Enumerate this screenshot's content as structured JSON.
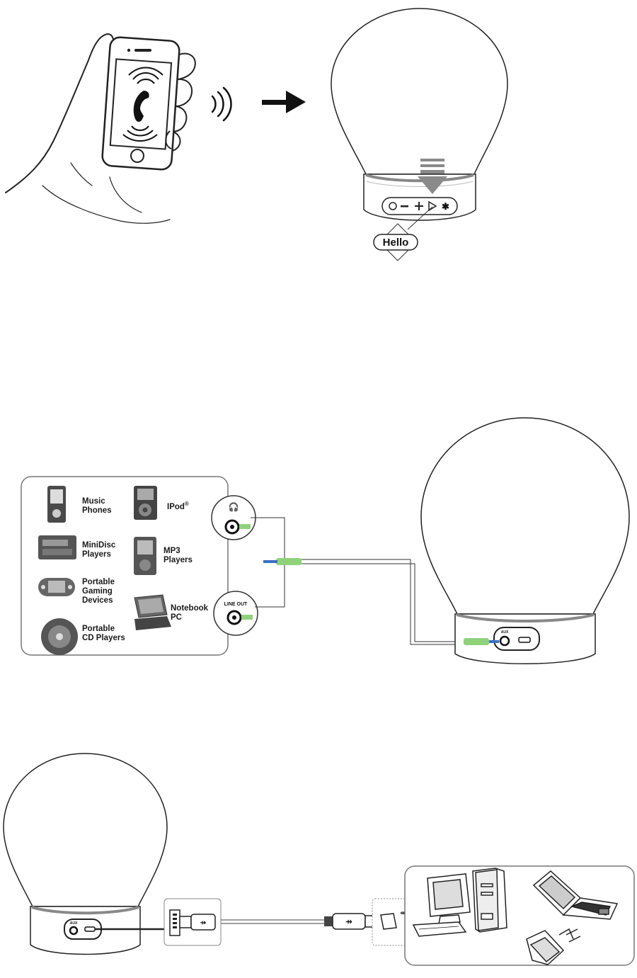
{
  "panel_call": {
    "bubble_text": "Hello",
    "icons": [
      "smartphone-icon",
      "phone-handset-icon",
      "wireless-signal-icon",
      "arrow-right-icon",
      "bulb-speaker-icon",
      "down-arrow-icon"
    ]
  },
  "panel_aux": {
    "devices": [
      {
        "line1": "Music",
        "line2": "Phones",
        "line3": ""
      },
      {
        "line1": "MiniDisc",
        "line2": "Players",
        "line3": ""
      },
      {
        "line1": "Portable",
        "line2": "Gaming",
        "line3": "Devices"
      },
      {
        "line1": "Portable",
        "line2": "CD Players",
        "line3": ""
      },
      {
        "line1": "IPod",
        "line2": "",
        "line3": ""
      },
      {
        "line1": "MP3",
        "line2": "Players",
        "line3": ""
      },
      {
        "line1": "Notebook",
        "line2": "PC",
        "line3": ""
      }
    ],
    "ipod_mark": "®",
    "line_out_label": "LINE OUT",
    "aux_label": "AUX"
  },
  "panel_usb": {
    "aux_label": "AUX",
    "icons": [
      "micro-usb-plug-icon",
      "usb-plug-icon",
      "desktop-computer-icon",
      "laptop-icon",
      "wall-adapter-icon"
    ]
  },
  "colors": {
    "line": "#222222",
    "cable_green": "#8fd27a",
    "jack_blue": "#3a6fc4"
  }
}
